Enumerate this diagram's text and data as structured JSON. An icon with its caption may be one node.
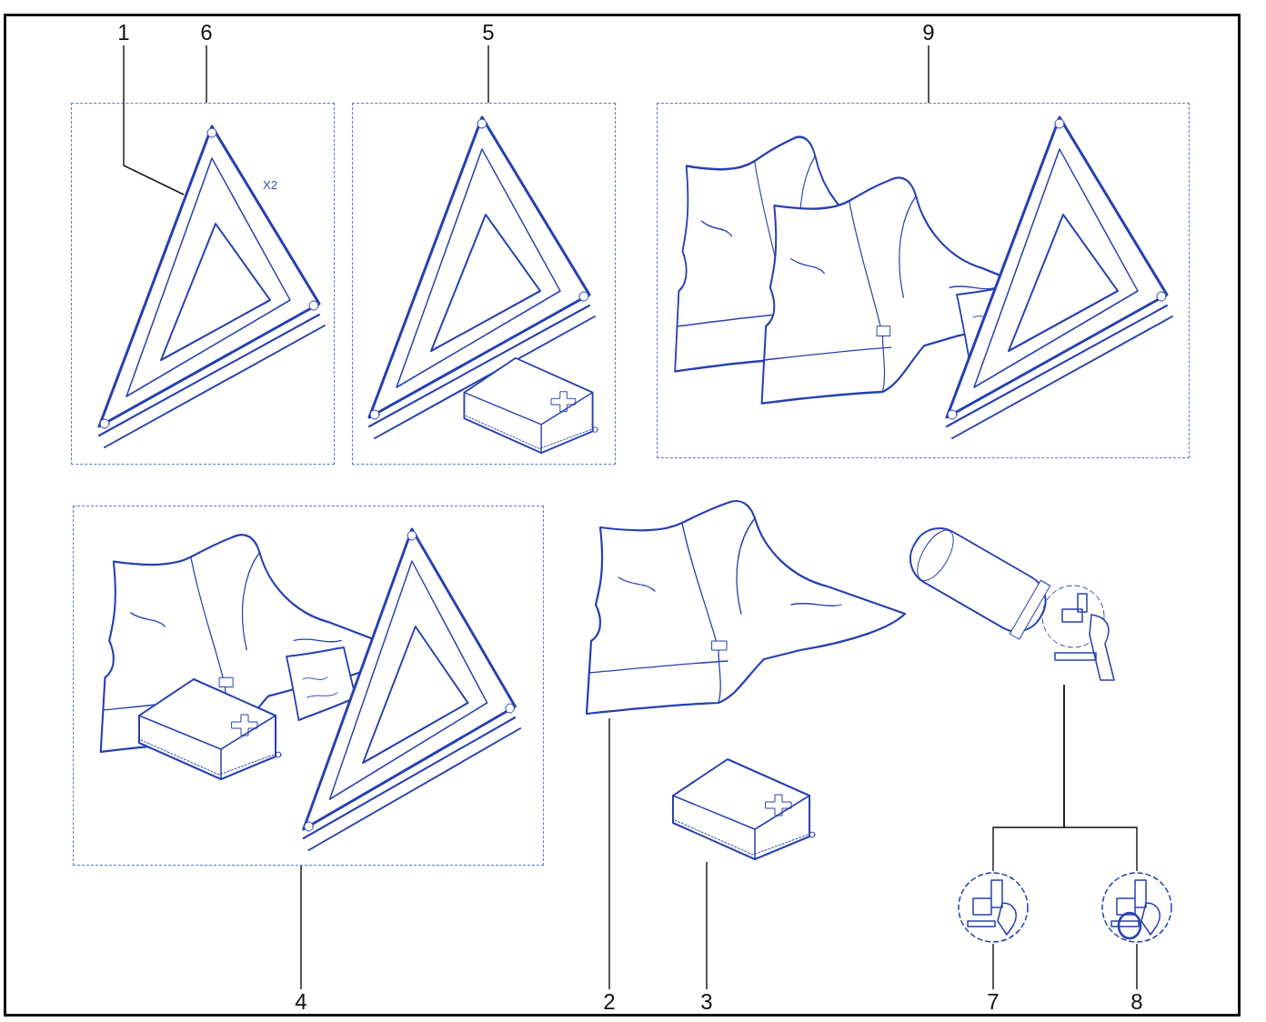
{
  "diagram": {
    "nodes": [
      {
        "text": [
          "1"
        ]
      },
      {
        "text": [
          "6"
        ]
      },
      {
        "text": [
          "5"
        ]
      },
      {
        "text": [
          "9"
        ]
      },
      {
        "text": [],
        "shape": "box"
      },
      {
        "text": [],
        "shape": "picture",
        "in": 4
      },
      {
        "text": [],
        "shape": "box"
      },
      {
        "text": [],
        "shape": "box"
      },
      {
        "text": [],
        "shape": "box"
      },
      {
        "text": [],
        "shape": "picture"
      },
      {
        "text": [],
        "shape": "picture"
      },
      {
        "text": [],
        "shape": "picture"
      },
      {
        "text": [],
        "shape": "picture"
      },
      {
        "text": [],
        "shape": "picture"
      },
      {
        "text": [
          "4"
        ]
      },
      {
        "text": [
          "2"
        ]
      },
      {
        "text": [
          "3"
        ]
      },
      {
        "text": [
          "7"
        ]
      },
      {
        "text": [
          "8"
        ]
      }
    ],
    "edges": [
      {
        "from": 0,
        "to": 5,
        "arrow": "none"
      },
      {
        "from": 1,
        "to": 4,
        "arrow": "none"
      },
      {
        "from": 2,
        "to": 6,
        "arrow": "none"
      },
      {
        "from": 3,
        "to": 7,
        "arrow": "none"
      },
      {
        "from": 14,
        "to": 8,
        "arrow": "none"
      },
      {
        "from": 15,
        "to": 9,
        "arrow": "none"
      },
      {
        "from": 16,
        "to": 10,
        "arrow": "none"
      },
      {
        "from": 11,
        "to": 12,
        "arrow": "none"
      },
      {
        "from": 11,
        "to": 13,
        "arrow": "none"
      },
      {
        "from": 17,
        "to": 12,
        "arrow": "none"
      },
      {
        "from": 18,
        "to": 13,
        "arrow": "none"
      }
    ],
    "labels": [
      "X2"
    ]
  }
}
